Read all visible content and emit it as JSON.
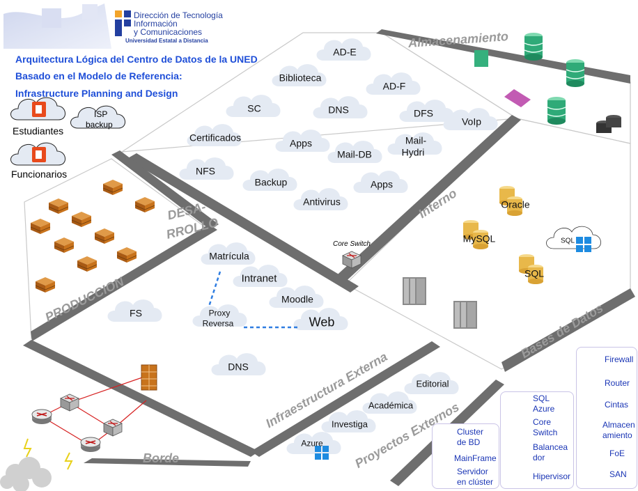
{
  "logo": {
    "org_line1": "Dirección de Tecnología",
    "org_line2": "Información",
    "org_line3": "y Comunicaciones",
    "org_sub": "Universidad Estatal a Distancia"
  },
  "header": {
    "line1": "Arquitectura Lógica del Centro de Datos de la UNED",
    "line2": "Basado en el Modelo de Referencia:",
    "line3": "Infrastructure Planning and Design"
  },
  "users": {
    "students": "Estudiantes",
    "staff": "Funcionarios",
    "isp_line1": "ISP",
    "isp_line2": "backup"
  },
  "zones": {
    "storage": "Almacenamiento",
    "internal": "Interno",
    "dev_line1": "DESA-",
    "dev_line2": "RROLLO",
    "production": "PRODUCCION",
    "databases": "Bases de Datos",
    "external": "Infraestructura Externa",
    "projects": "Proyectos Externos",
    "edge": "Borde"
  },
  "internal_services": {
    "ade": "AD-E",
    "library": "Biblioteca",
    "adf": "AD-F",
    "sc": "SC",
    "dns": "DNS",
    "dfs": "DFS",
    "voip": "VoIp",
    "certs": "Certificados",
    "apps1": "Apps",
    "maildb": "Mail-DB",
    "mailh_line1": "Mail-",
    "mailh_line2": "Hydri",
    "nfs": "NFS",
    "backup": "Backup",
    "apps2": "Apps",
    "antivirus": "Antivirus"
  },
  "external_services": {
    "enrollment": "Matrícula",
    "intranet": "Intranet",
    "moodle": "Moodle",
    "fs": "FS",
    "proxy_line1": "Proxy",
    "proxy_line2": "Reversa",
    "web": "Web",
    "dns": "DNS"
  },
  "projects_services": {
    "editorial": "Editorial",
    "academic": "Académica",
    "research": "Investiga",
    "azure": "Azure"
  },
  "databases": {
    "oracle": "Oracle",
    "mysql": "MySQL",
    "sql": "SQL",
    "sql_badge": "SQL"
  },
  "core_switch": "Core Switch",
  "legend": {
    "cluster_line1": "Cluster",
    "cluster_line2": "de BD",
    "mainframe": "MainFrame",
    "server_line1": "Servidor",
    "server_line2": "en clúster",
    "sqlazure_line1": "SQL",
    "sqlazure_line2": "Azure",
    "core_line1": "Core",
    "core_line2": "Switch",
    "lb_line1": "Balancea",
    "lb_line2": "dor",
    "hypervisor": "Hipervisor",
    "firewall": "Firewall",
    "router": "Router",
    "tapes": "Cintas",
    "storage_line1": "Almacen",
    "storage_line2": "amiento",
    "foe": "FoE",
    "san": "SAN"
  },
  "colors": {
    "header_blue": "#1f4fd8",
    "legend_blue": "#1a35b5",
    "zone_label": "#9a9a9a",
    "band": "#6e6e6e",
    "cloud": "#e4eaf3",
    "server_orange": "#c8731c",
    "storage_green": "#2faa78",
    "db_gold": "#e8b84a",
    "foe_pink": "#c25bb3",
    "link_blue": "#2f7de1",
    "link_red": "#d62020"
  }
}
